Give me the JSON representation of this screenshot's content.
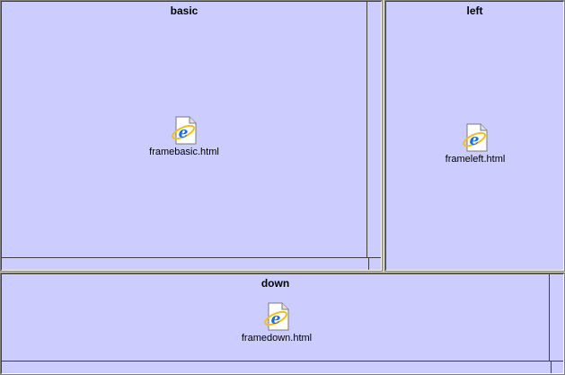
{
  "frames": {
    "basic": {
      "title": "basic",
      "file_label": "framebasic.html",
      "icon": "ie-html-file-icon"
    },
    "left": {
      "title": "left",
      "file_label": "frameleft.html",
      "icon": "ie-html-file-icon"
    },
    "down": {
      "title": "down",
      "file_label": "framedown.html",
      "icon": "ie-html-file-icon"
    }
  },
  "colors": {
    "frame_background": "#ccccff",
    "divider": "#d4d0c8"
  }
}
